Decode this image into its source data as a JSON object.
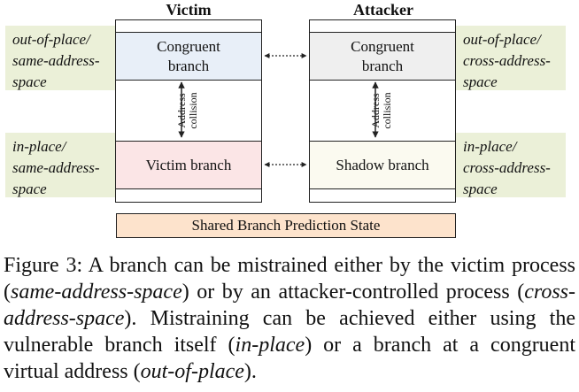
{
  "victim": {
    "title": "Victim",
    "congruent_label": "Congruent\nbranch",
    "branch_label": "Victim branch",
    "congruent_color": "#e8eff8",
    "branch_color": "#fbe5e6"
  },
  "attacker": {
    "title": "Attacker",
    "congruent_label": "Congruent\nbranch",
    "branch_label": "Shadow branch",
    "congruent_color": "#efefef",
    "branch_color": "#fbfaf0"
  },
  "collision_label": "Address\ncollision",
  "side_labels": {
    "top_left": "out-of-place/\nsame-address-\nspace",
    "bottom_left": "in-place/\nsame-address-\nspace",
    "top_right": "out-of-place/\ncross-address-\nspace",
    "bottom_right": "in-place/\ncross-address-\nspace",
    "color": "#ebf0d8"
  },
  "shared_state": {
    "label": "Shared Branch Prediction State",
    "color": "#fde3cc"
  },
  "caption": {
    "p1": "Figure 3: A branch can be mistrained either by the victim process (",
    "e1": "same-address-space",
    "p2": ") or by an attacker-controlled process (",
    "e2": "cross-address-space",
    "p3": "). Mistraining can be achieved either using the vulnerable branch itself (",
    "e3": "in-place",
    "p4": ") or a branch at a congruent virtual address (",
    "e4": "out-of-place",
    "p5": ")."
  }
}
